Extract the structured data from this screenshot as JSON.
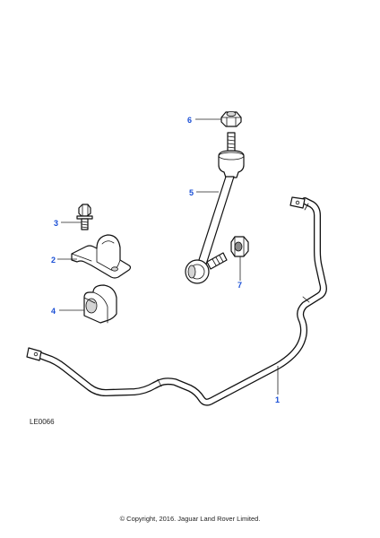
{
  "diagram": {
    "reference_code": "LE0066",
    "copyright": "© Copyright, 2016. Jaguar Land Rover Limited.",
    "callouts": {
      "bar": "1",
      "clamp": "2",
      "bolt": "3",
      "bush": "4",
      "link": "5",
      "top_nut": "6",
      "lower_nut": "7"
    },
    "callout_color": "#1a4fd6"
  }
}
